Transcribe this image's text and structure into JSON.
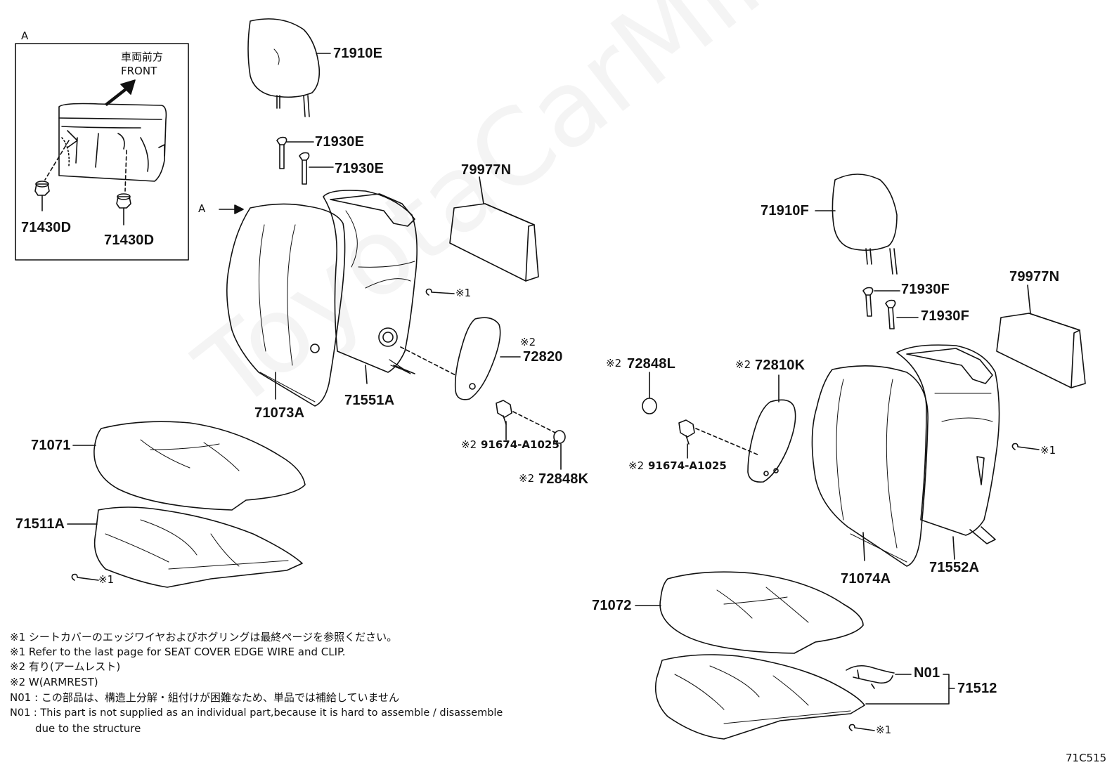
{
  "watermark": "ToyotaCarMine.ru",
  "inset": {
    "view_label": "A",
    "front_jp": "車両前方",
    "front_en": "FRONT",
    "parts": [
      "71430D",
      "71430D"
    ]
  },
  "view_arrow_label": "A",
  "parts": {
    "p71910E": "71910E",
    "p71930E_1": "71930E",
    "p71930E_2": "71930E",
    "p79977N_left": "79977N",
    "p71073A": "71073A",
    "p71551A": "71551A",
    "p72820": "72820",
    "p91674_left": "91674-A1025",
    "p72848K": "72848K",
    "p71071": "71071",
    "p71511A": "71511A",
    "p72848L": "72848L",
    "p72810K": "72810K",
    "p91674_right": "91674-A1025",
    "p71910F": "71910F",
    "p71930F_1": "71930F",
    "p71930F_2": "71930F",
    "p79977N_right": "79977N",
    "p71074A": "71074A",
    "p71552A": "71552A",
    "p71072": "71072",
    "pN01": "N01",
    "p71512": "71512"
  },
  "marks": {
    "ref1": "※1",
    "ref2": "※2"
  },
  "notes": [
    "※1 シートカバーのエッジワイヤおよびホグリングは最終ページを参照ください。",
    "※1 Refer to the last page for SEAT COVER EDGE WIRE and CLIP.",
    "※2 有り(アームレスト)",
    "※2 W(ARMREST)",
    "N01 : この部品は、構造上分解・組付けが困難なため、単品では補給していません",
    "N01 : This part is not supplied as an individual part,because it is hard to assemble / disassemble",
    "due to the structure"
  ],
  "figure_code": "71C515"
}
